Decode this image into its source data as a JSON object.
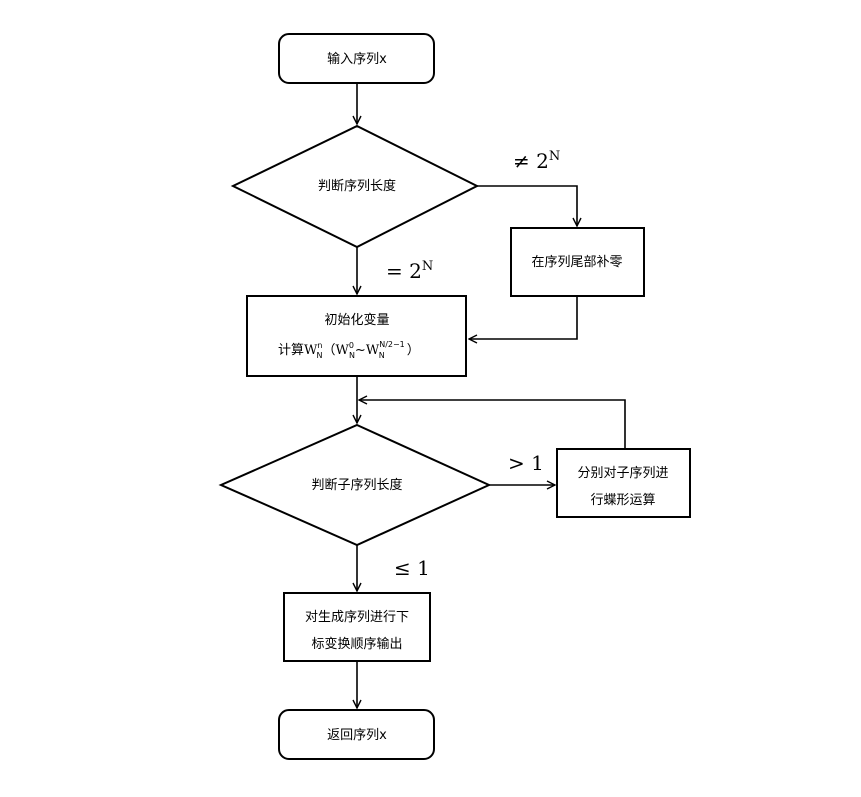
{
  "nodes": {
    "start": "输入序列x",
    "check_length": "判断序列长度",
    "pad_zeros": "在序列尾部补零",
    "init_line1": "初始化变量",
    "init_line2_prefix": "计算",
    "check_sub_length": "判断子序列长度",
    "butterfly_line1": "分别对子序列进",
    "butterfly_line2": "行蝶形运算",
    "reorder_line1": "对生成序列进行下",
    "reorder_line2": "标变换顺序输出",
    "end": "返回序列x"
  },
  "edges": {
    "not_pow2": "≠ 2",
    "is_pow2": "= 2",
    "pow_exp": "N",
    "gt1": "> 1",
    "le1": "≤ 1"
  }
}
